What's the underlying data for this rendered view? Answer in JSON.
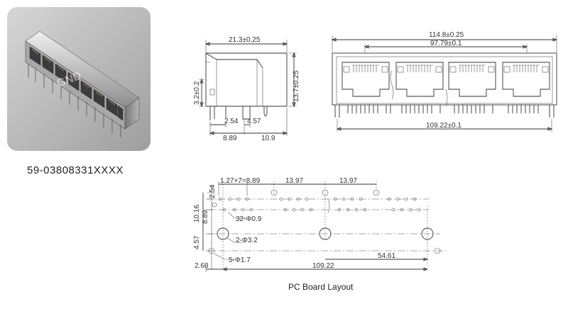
{
  "product": {
    "part_number": "59-03808331XXXX",
    "photo_watermark": "GND"
  },
  "side_view": {
    "width_dim": "21.3±0.25",
    "height_dim": "13.7±0.25",
    "left_height_dim": "3.2±0.2",
    "dim_254": "2.54",
    "dim_889": "8.89",
    "dim_457": "4.57",
    "dim_109": "10.9"
  },
  "front_view": {
    "overall_width": "114.8±0.25",
    "port_span": "97.79±0.1",
    "pin_span": "109.22±0.1"
  },
  "pcb_layout": {
    "caption": "PC Board Layout",
    "pitch_label": "1.27×7=8.89",
    "spacing_a": "13.97",
    "spacing_b": "13.97",
    "v_254": "2.54",
    "v_1016": "10.16",
    "v_889": "8.89",
    "v_457": "4.57",
    "hole_32": "32-Φ0.9",
    "hole_2": "2-Φ3.2",
    "hole_5": "5-Φ1.7",
    "h_268": "2.68",
    "h_10922": "109.22",
    "h_5461": "54.61"
  }
}
